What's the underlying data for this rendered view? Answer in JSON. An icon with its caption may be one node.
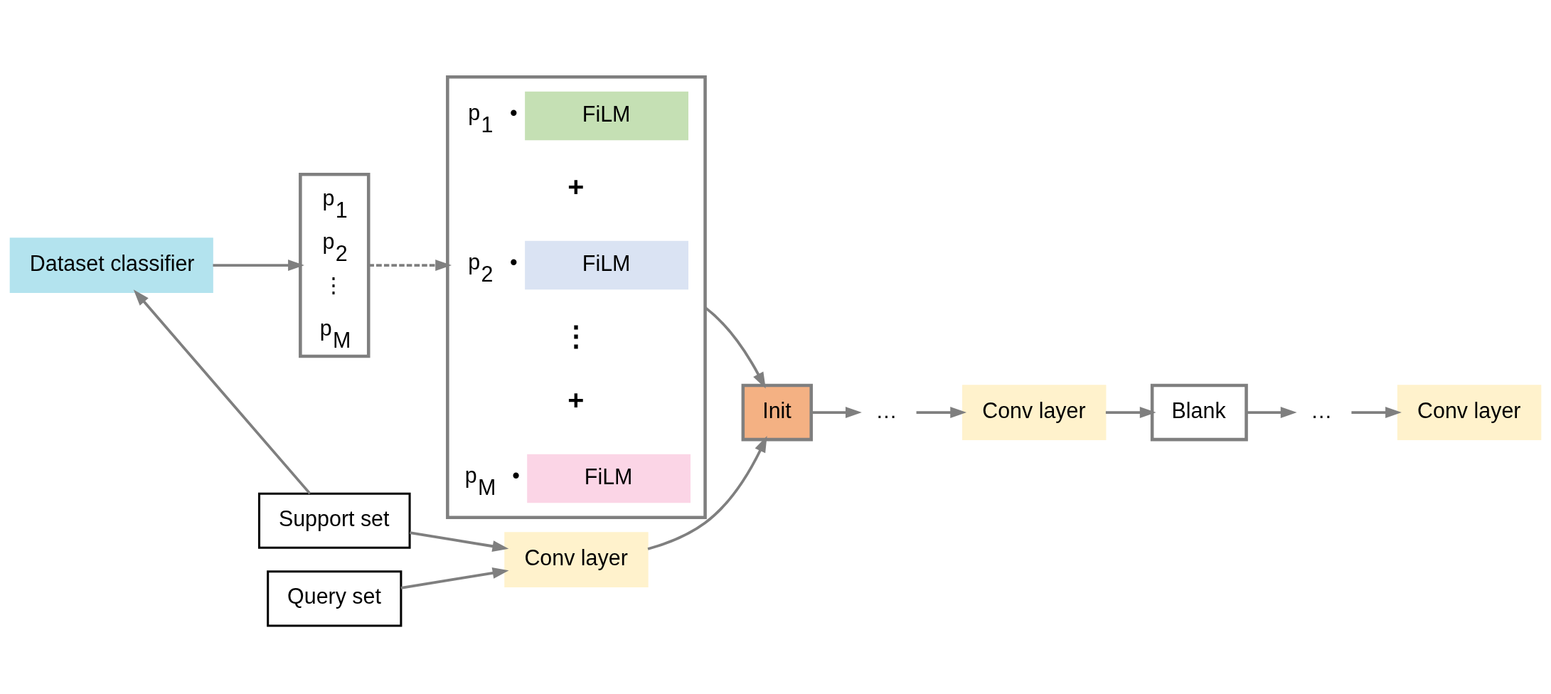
{
  "diagram": {
    "nodes": [
      {
        "text": [
          "Dataset classifier"
        ]
      },
      {
        "text": [
          "p$_{1}$",
          "p$_{2}$",
          "⋮",
          "p$_{M}$"
        ]
      },
      {
        "text": [],
        "shape": "box"
      },
      {
        "text": [
          "FiLM"
        ],
        "in": 2,
        "beside": [
          "p$_{1}$ •"
        ]
      },
      {
        "text": [
          "FiLM"
        ],
        "in": 2,
        "beside": [
          "p$_{2}$ •"
        ]
      },
      {
        "text": [
          "FiLM"
        ],
        "in": 2,
        "beside": [
          "p$_{M}$ •"
        ]
      },
      {
        "text": [
          "Support set"
        ]
      },
      {
        "text": [
          "Query set"
        ]
      },
      {
        "text": [
          "Conv layer"
        ]
      },
      {
        "text": [
          "Init"
        ]
      },
      {
        "text": [
          "…"
        ]
      },
      {
        "text": [
          "Conv layer"
        ]
      },
      {
        "text": [
          "Blank"
        ]
      },
      {
        "text": [
          "…"
        ]
      },
      {
        "text": [
          "Conv layer"
        ]
      }
    ],
    "edges": [
      {
        "from": 6,
        "to": 0,
        "arrow": "to"
      },
      {
        "from": 0,
        "to": 1,
        "arrow": "to"
      },
      {
        "from": 1,
        "to": 2,
        "arrow": "to",
        "style": "dashed"
      },
      {
        "from": 2,
        "to": 9,
        "arrow": "to"
      },
      {
        "from": 6,
        "to": 8,
        "arrow": "to"
      },
      {
        "from": 7,
        "to": 8,
        "arrow": "to"
      },
      {
        "from": 8,
        "to": 9,
        "arrow": "to"
      },
      {
        "from": 9,
        "to": 10,
        "arrow": "to"
      },
      {
        "from": 10,
        "to": 11,
        "arrow": "to"
      },
      {
        "from": 11,
        "to": 12,
        "arrow": "to"
      },
      {
        "from": 12,
        "to": 13,
        "arrow": "to"
      },
      {
        "from": 13,
        "to": 14,
        "arrow": "to"
      }
    ],
    "labels": [
      "+",
      "⋮",
      "+"
    ]
  }
}
